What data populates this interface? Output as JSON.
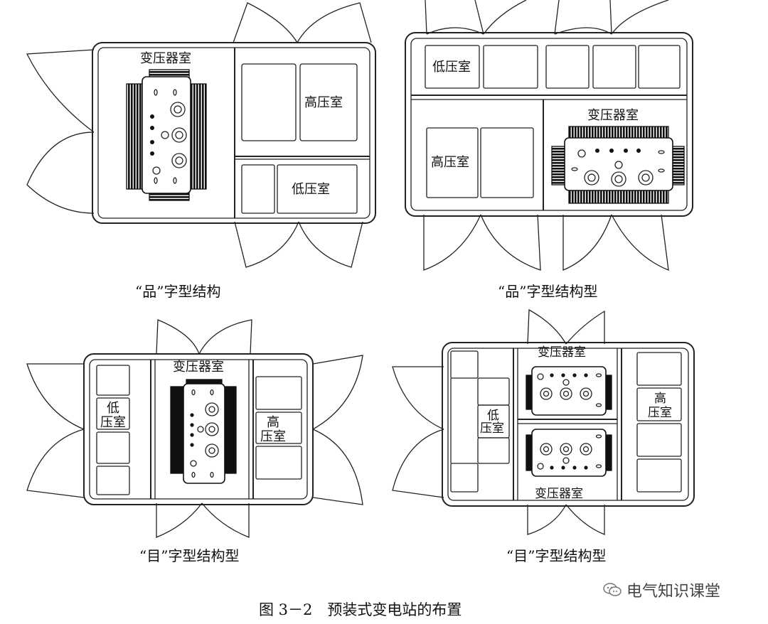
{
  "figure": {
    "caption": "图 3－2　预装式变电站的布置",
    "watermark": "电气知识课堂",
    "watermark_icon": "wechat-icon"
  },
  "diagrams": [
    {
      "caption": "“品”字型结构",
      "labels": {
        "transformer": "变压器室",
        "high": "高压室",
        "low": "低压室"
      }
    },
    {
      "caption": "“品”字型结构型",
      "labels": {
        "transformer": "变压器室",
        "high": "高压室",
        "low": "低压室"
      }
    },
    {
      "caption": "“目”字型结构型",
      "labels": {
        "transformer": "变压器室",
        "low_1": "低",
        "low_2": "压室",
        "high_1": "高",
        "high_2": "压室"
      }
    },
    {
      "caption": "“目”字型结构型",
      "labels": {
        "transformer_top": "变压器室",
        "transformer_bottom": "变压器室",
        "low_1": "低",
        "low_2": "压室",
        "high_1": "高",
        "high_2": "压室"
      }
    }
  ]
}
